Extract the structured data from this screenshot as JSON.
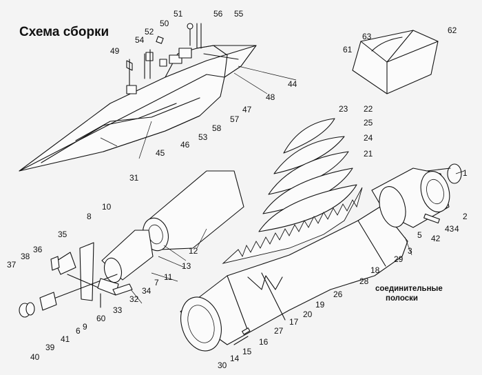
{
  "title": "Схема сборки",
  "note": {
    "line1": "соединительные",
    "line2": "полоски"
  },
  "labels": {
    "l1": "1",
    "l2": "2",
    "l3": "3",
    "l4": "4",
    "l5": "5",
    "l6": "6",
    "l7": "7",
    "l8": "8",
    "l9": "9",
    "l10": "10",
    "l11": "11",
    "l12": "12",
    "l13": "13",
    "l14": "14",
    "l15": "15",
    "l16": "16",
    "l17": "17",
    "l18": "18",
    "l19": "19",
    "l20": "20",
    "l21": "21",
    "l22": "22",
    "l23": "23",
    "l24": "24",
    "l25": "25",
    "l26": "26",
    "l27": "27",
    "l28": "28",
    "l29": "29",
    "l30": "30",
    "l31": "31",
    "l32": "32",
    "l33": "33",
    "l34": "34",
    "l35": "35",
    "l36": "36",
    "l37": "37",
    "l38": "38",
    "l39": "39",
    "l40": "40",
    "l41": "41",
    "l42": "42",
    "l43": "43",
    "l44": "44",
    "l45": "45",
    "l46": "46",
    "l47": "47",
    "l48": "48",
    "l49": "49",
    "l50": "50",
    "l51": "51",
    "l52": "52",
    "l53": "53",
    "l54": "54",
    "l55": "55",
    "l56": "56",
    "l57": "57",
    "l58": "58",
    "l60": "60",
    "l61": "61",
    "l62": "62",
    "l63": "63"
  }
}
